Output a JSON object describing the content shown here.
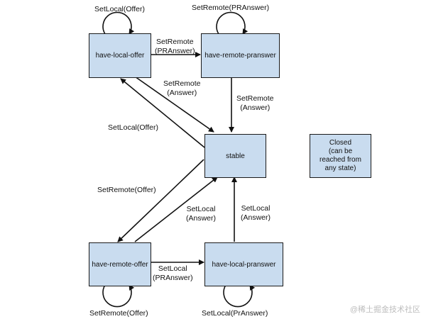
{
  "states": {
    "have_local_offer": "have-local-offer",
    "have_remote_pranswer": "have-remote-pranswer",
    "stable": "stable",
    "closed": "Closed\n(can be\nreached from\nany state)",
    "have_remote_offer": "have-remote-offer",
    "have_local_pranswer": "have-local-pranswer"
  },
  "transitions": {
    "loop_local_offer": "SetLocal(Offer)",
    "loop_remote_pranswer": "SetRemote(PRAnswer)",
    "local_offer_to_remote_pranswer": "SetRemote\n(PRAnswer)",
    "local_offer_to_stable": "SetRemote\n(Answer)",
    "remote_pranswer_to_stable": "SetRemote\n(Answer)",
    "stable_to_local_offer": "SetLocal(Offer)",
    "stable_to_remote_offer": "SetRemote(Offer)",
    "remote_offer_to_stable": "SetLocal\n(Answer)",
    "local_pranswer_to_stable": "SetLocal\n(Answer)",
    "remote_offer_to_local_pranswer": "SetLocal\n(PRAnswer)",
    "loop_remote_offer": "SetRemote(Offer)",
    "loop_local_pranswer": "SetLocal(PrAnswer)"
  },
  "watermark": "@稀土掘金技术社区",
  "colors": {
    "state_fill": "#c9dcef",
    "line": "#111111"
  }
}
